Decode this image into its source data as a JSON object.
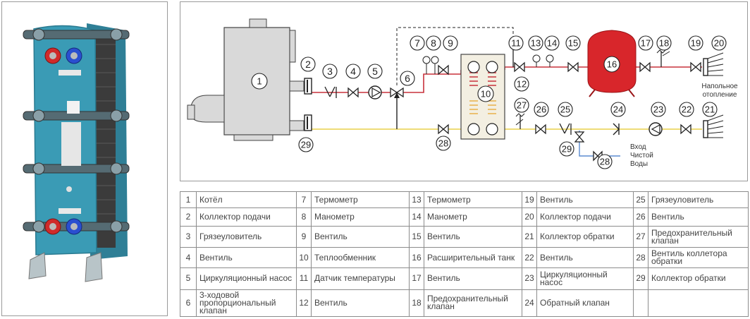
{
  "diagram": {
    "note_open_heating": [
      "Напольное",
      "отопление"
    ],
    "note_clean_water": [
      "Вход",
      "Чистой",
      "Воды"
    ]
  },
  "legend_rows": [
    [
      {
        "n": "1",
        "t": "Котёл"
      },
      {
        "n": "7",
        "t": "Термометр"
      },
      {
        "n": "13",
        "t": "Термометр"
      },
      {
        "n": "19",
        "t": "Вентиль"
      },
      {
        "n": "25",
        "t": "Грязеуловитель"
      }
    ],
    [
      {
        "n": "2",
        "t": "Коллектор подачи"
      },
      {
        "n": "8",
        "t": "Манометр"
      },
      {
        "n": "14",
        "t": "Манометр"
      },
      {
        "n": "20",
        "t": "Коллектор подачи"
      },
      {
        "n": "26",
        "t": "Вентиль"
      }
    ],
    [
      {
        "n": "3",
        "t": "Грязеуловитель"
      },
      {
        "n": "9",
        "t": "Вентиль"
      },
      {
        "n": "15",
        "t": "Вентиль"
      },
      {
        "n": "21",
        "t": "Коллектор обратки"
      },
      {
        "n": "27",
        "t": "Предохранительный клапан"
      }
    ],
    [
      {
        "n": "4",
        "t": "Вентиль"
      },
      {
        "n": "10",
        "t": "Теплообменник"
      },
      {
        "n": "16",
        "t": "Расширительный танк"
      },
      {
        "n": "22",
        "t": "Вентиль"
      },
      {
        "n": "28",
        "t": "Вентиль коллетора обратки"
      }
    ],
    [
      {
        "n": "5",
        "t": "Циркуляционный насос"
      },
      {
        "n": "11",
        "t": "Датчик температуры"
      },
      {
        "n": "17",
        "t": "Вентиль"
      },
      {
        "n": "23",
        "t": "Циркуляционный насос"
      },
      {
        "n": "29",
        "t": "Коллектор обратки"
      }
    ],
    [
      {
        "n": "6",
        "t": "3-ходовой пропорциональный клапан"
      },
      {
        "n": "12",
        "t": "Вентиль"
      },
      {
        "n": "18",
        "t": "Предохранительный клапан"
      },
      {
        "n": "24",
        "t": "Обратный клапан"
      },
      {
        "n": "",
        "t": ""
      }
    ]
  ],
  "colors": {
    "supply_pipe": "#c8323c",
    "return_pipe": "#e8d04a",
    "tank": "#d8262b",
    "exchanger_body": "#3a9bb5",
    "table_border": "#8c8c8c"
  }
}
